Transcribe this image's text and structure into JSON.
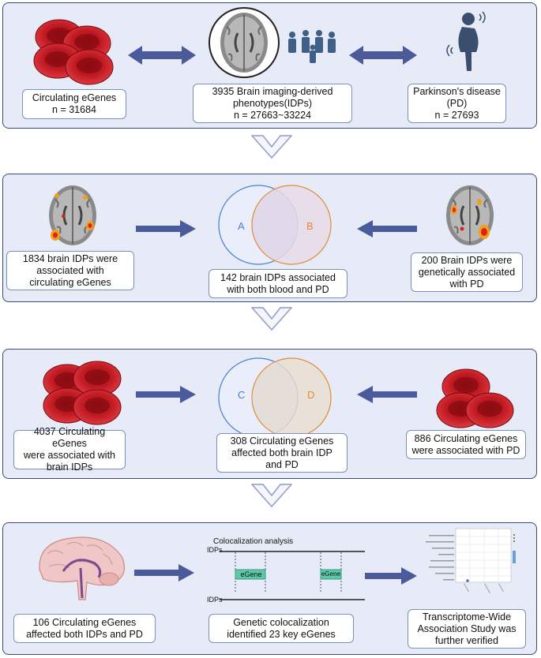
{
  "panel1": {
    "box_egenes": "Circulating eGenes\nn = 31684",
    "box_idps": "3935 Brain imaging-derived\nphenotypes(IDPs)\nn = 27663~33224",
    "box_pd": "Parkinson's disease\n(PD)\nn = 27693"
  },
  "panel2": {
    "box_left": "1834 brain IDPs were\nassociated with\ncirculating eGenes",
    "box_center": "142 brain IDPs associated\nwith both blood and PD",
    "box_right": "200 Brain IDPs were\ngenetically associated\nwith PD",
    "venn_a": "A",
    "venn_b": "B"
  },
  "panel3": {
    "box_left": "4037 Circulating eGenes\nwere associated with\nbrain IDPs",
    "box_center": "308 Circulating eGenes\naffected both brain IDP\nand PD",
    "box_right": "886 Circulating eGenes\nwere associated with PD",
    "venn_c": "C",
    "venn_d": "D"
  },
  "panel4": {
    "box_left": "106 Circulating eGenes\naffected both IDPs and PD",
    "box_center": "Genetic colocalization\nidentified 23 key eGenes",
    "box_right": "Transcriptome-Wide\nAssociation Study was\nfurther verified",
    "coloc_title": "Colocalization analysis",
    "idps_top": "IDPs",
    "idps_bottom": "IDPs",
    "egene_1": "eGene",
    "egene_2": "eGene"
  },
  "colors": {
    "panel_bg": "#e6ebf7",
    "arrow": "#4a5a9a",
    "venn_left": "#4a7fd0",
    "venn_right": "#e08a3a",
    "egene_box": "#5cc9a7",
    "blood": "#b3141e"
  }
}
